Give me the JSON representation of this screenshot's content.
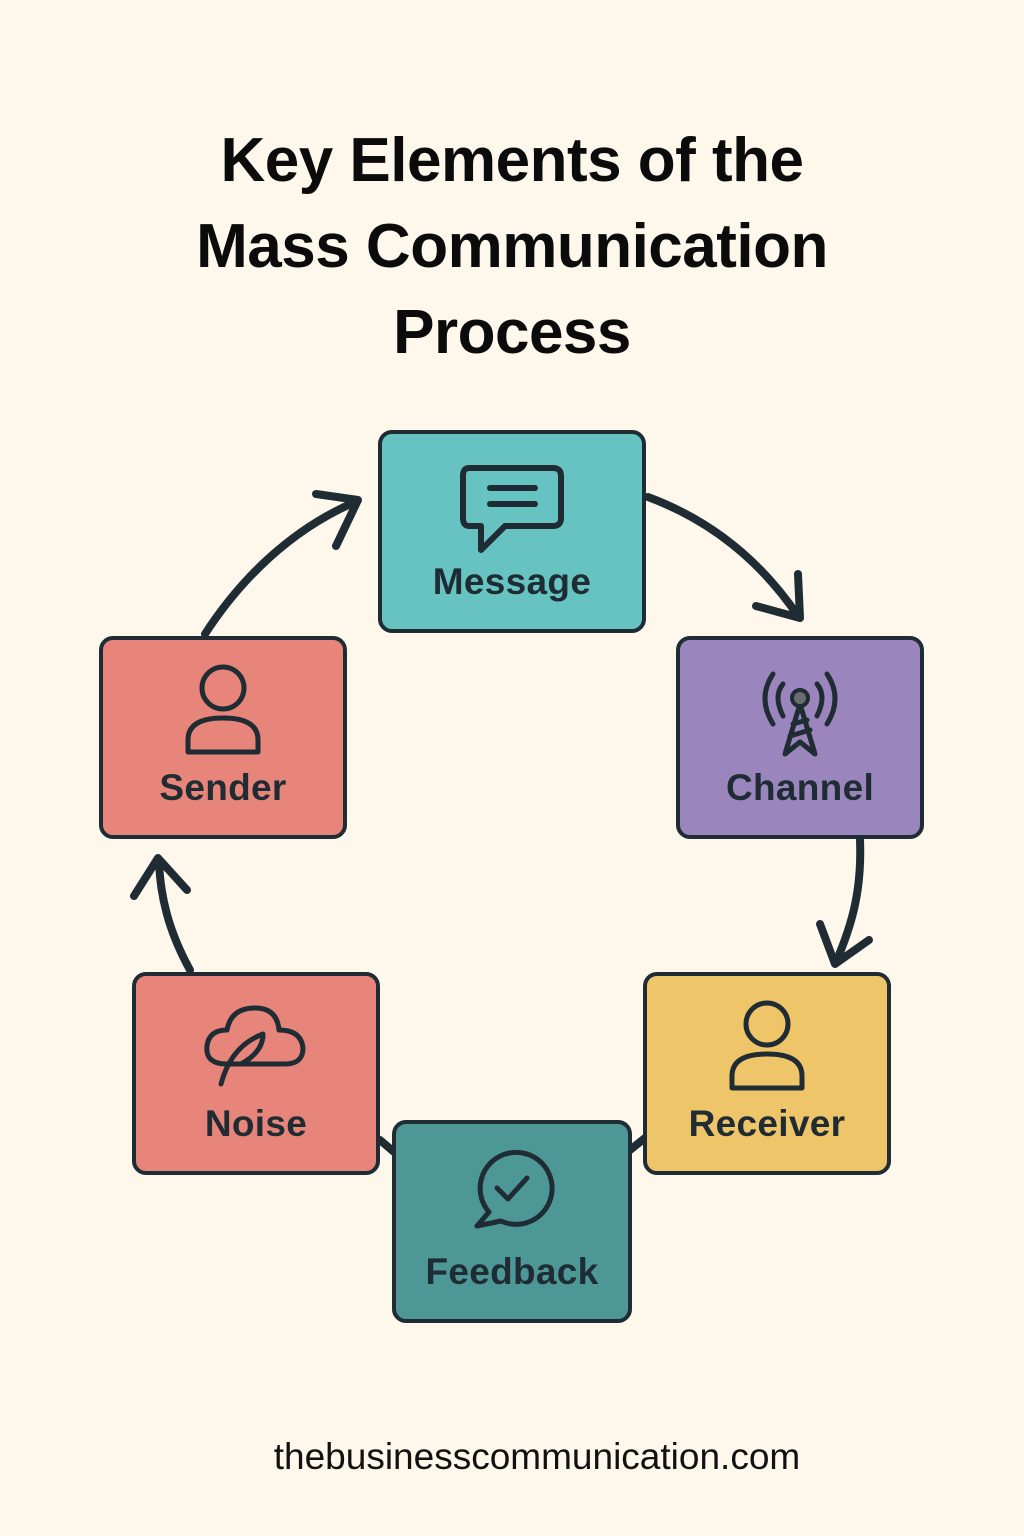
{
  "title": {
    "lines": [
      "Key Elements of the",
      "Mass Communication",
      "Process"
    ]
  },
  "colors": {
    "background": "#fdf7ec",
    "outline": "#1f2c33",
    "message": "#66c3c1",
    "channel": "#9a86bd",
    "receiver": "#efc56a",
    "feedback": "#4d9797",
    "noise": "#e8857a",
    "sender": "#e8857a"
  },
  "nodes": [
    {
      "id": "message",
      "label": "Message",
      "icon": "speech-bubble-icon"
    },
    {
      "id": "channel",
      "label": "Channel",
      "icon": "broadcast-tower-icon"
    },
    {
      "id": "receiver",
      "label": "Receiver",
      "icon": "person-icon"
    },
    {
      "id": "feedback",
      "label": "Feedback",
      "icon": "check-speech-bubble-icon"
    },
    {
      "id": "noise",
      "label": "Noise",
      "icon": "cloud-feather-icon"
    },
    {
      "id": "sender",
      "label": "Sender",
      "icon": "person-icon"
    }
  ],
  "edges": [
    {
      "from": "sender",
      "to": "message",
      "arrow": true
    },
    {
      "from": "message",
      "to": "channel",
      "arrow": true
    },
    {
      "from": "channel",
      "to": "receiver",
      "arrow": true
    },
    {
      "from": "receiver",
      "to": "feedback",
      "arrow": false
    },
    {
      "from": "feedback",
      "to": "noise",
      "arrow": false
    },
    {
      "from": "noise",
      "to": "sender",
      "arrow": true
    }
  ],
  "footer": {
    "text": "thebusinesscommunication.com"
  }
}
